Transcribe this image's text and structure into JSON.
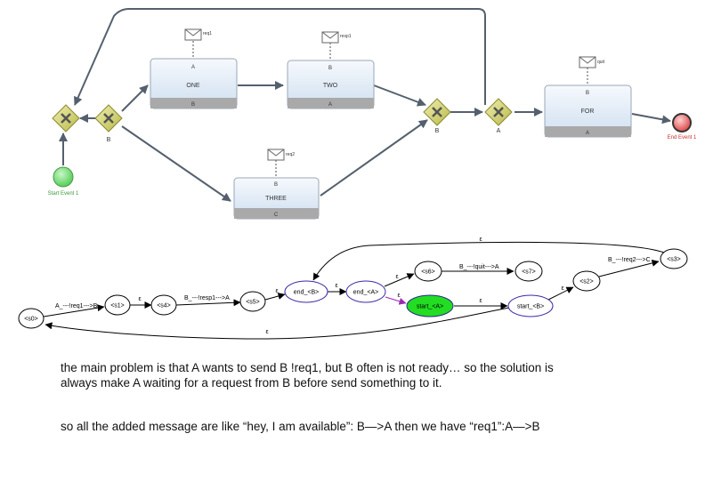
{
  "bpmn": {
    "tasks": [
      {
        "id": "one",
        "name": "ONE",
        "initiator": "A",
        "participant": "B"
      },
      {
        "id": "two",
        "name": "TWO",
        "initiator": "B",
        "participant": "A"
      },
      {
        "id": "three",
        "name": "THREE",
        "initiator": "B",
        "participant": "C"
      },
      {
        "id": "for",
        "name": "FOR",
        "initiator": "B",
        "participant": "A"
      }
    ],
    "messages": {
      "one": "req1",
      "two": "resp1",
      "three": "req2",
      "for": "quit"
    },
    "gateways": [
      {
        "id": "g1",
        "label": ""
      },
      {
        "id": "g2",
        "label": "B"
      },
      {
        "id": "g3",
        "label": "B"
      },
      {
        "id": "g4",
        "label": "A"
      }
    ],
    "events": {
      "start": "Start Event 1",
      "end": "End Event 1"
    }
  },
  "automaton": {
    "states": [
      {
        "id": "s0",
        "label": "<s0>"
      },
      {
        "id": "s1",
        "label": "<s1>"
      },
      {
        "id": "s4",
        "label": "<s4>"
      },
      {
        "id": "s5",
        "label": "<s5>"
      },
      {
        "id": "endB",
        "label": "end_<B>"
      },
      {
        "id": "endA",
        "label": "end_<A>"
      },
      {
        "id": "s6",
        "label": "<s6>"
      },
      {
        "id": "s7",
        "label": "<s7>"
      },
      {
        "id": "startA",
        "label": "start_<A>"
      },
      {
        "id": "startB",
        "label": "start_<B>"
      },
      {
        "id": "s2",
        "label": "<s2>"
      },
      {
        "id": "s3",
        "label": "<s3>"
      }
    ],
    "edges": [
      {
        "id": "e1",
        "label": "A_---!req1--->B"
      },
      {
        "id": "e2",
        "label": "ε"
      },
      {
        "id": "e3",
        "label": "B_---!resp1--->A"
      },
      {
        "id": "e4",
        "label": "ε"
      },
      {
        "id": "e5",
        "label": "ε"
      },
      {
        "id": "e6",
        "label": "ε"
      },
      {
        "id": "e7",
        "label": "B_---!quit--->A"
      },
      {
        "id": "e8",
        "label": "ε"
      },
      {
        "id": "e9",
        "label": "ε"
      },
      {
        "id": "e10",
        "label": "ε"
      },
      {
        "id": "e11",
        "label": "B_---!req2--->C"
      },
      {
        "id": "e12",
        "label": "ε"
      },
      {
        "id": "e13",
        "label": "ε"
      }
    ]
  },
  "notes": {
    "line1": "the main problem is that A wants to send B !req1, but B often is not ready…  so the solution is",
    "line2": "always make A waiting for a request from B before send something to it.",
    "line3": "so all the added message are like “hey, I am available”: B—>A   then we have  “req1”:A—>B"
  },
  "colors": {
    "taskTop": "#eef3fa",
    "taskBottom": "#a9a9a9",
    "gateway": "#d4d47a",
    "startEvent": "#7ee07e",
    "endEvent": "#e86a6a",
    "startAFill": "#22dd22",
    "stateStroke": "#3a2aa8"
  }
}
